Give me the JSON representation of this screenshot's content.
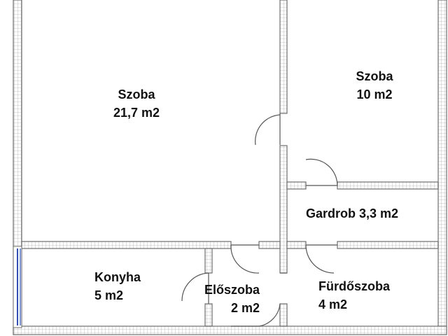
{
  "colors": {
    "wall_fill": "#ffffff",
    "wall_grid": "#a9a9a9",
    "wall_outline": "#6f6f6f",
    "door_stroke": "#555555",
    "window_stroke": "#2a4fd1",
    "text": "#111111"
  },
  "rooms": {
    "szoba_large": {
      "name": "Szoba",
      "area": "21,7 m2"
    },
    "szoba_small": {
      "name": "Szoba",
      "area": "10 m2"
    },
    "gardrob": {
      "label": "Gardrob 3,3 m2"
    },
    "konyha": {
      "name": "Konyha",
      "area": "5 m2"
    },
    "eloszoba": {
      "name": "Előszoba",
      "area": "2 m2"
    },
    "furdoszoba": {
      "name": "Fürdőszoba",
      "area": "4 m2"
    }
  }
}
